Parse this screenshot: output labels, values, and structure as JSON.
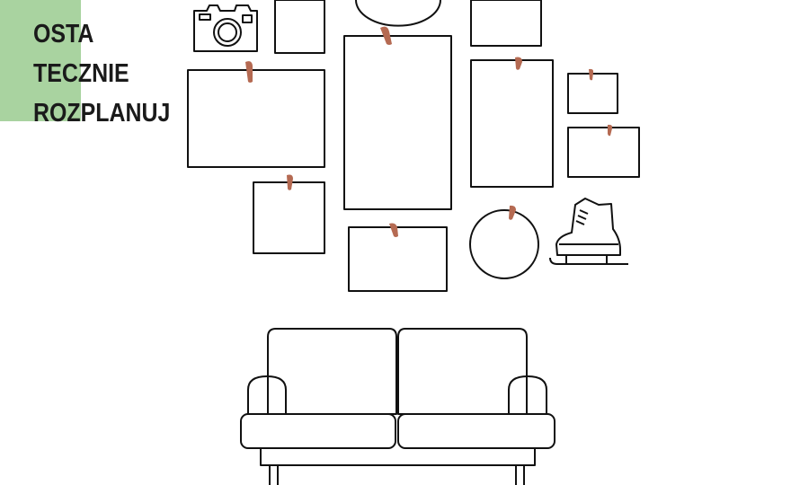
{
  "title_lines": [
    "OSTA",
    "TECZNIE",
    "ROZPLANUJ"
  ],
  "colors": {
    "accent_green": "#a9d3a0",
    "line": "#111111",
    "pin": "#b56a52",
    "background": "#ffffff"
  },
  "icons": [
    "camera-icon",
    "ice-skate-icon",
    "sofa-icon"
  ]
}
